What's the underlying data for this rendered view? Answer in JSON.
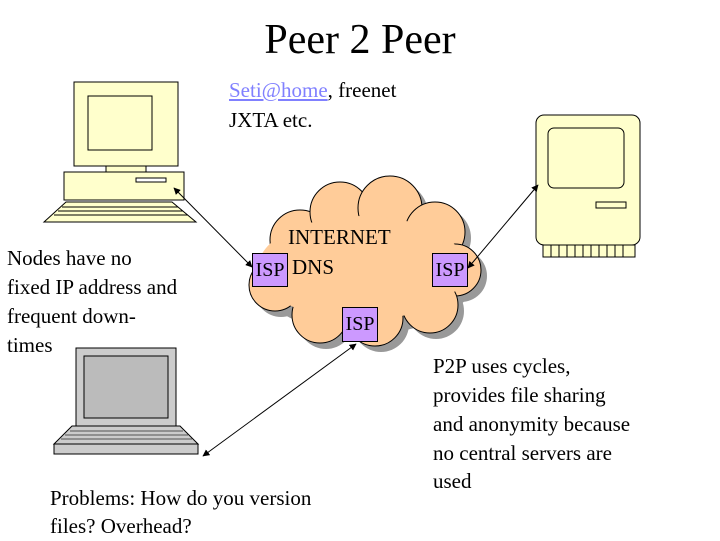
{
  "title": "Peer 2 Peer",
  "examples": {
    "link": "Seti@home",
    "rest_line1": ", freenet",
    "line2": "JXTA etc."
  },
  "internet": {
    "label": "INTERNET",
    "dns": "DNS",
    "isp": "ISP"
  },
  "notes": {
    "nodes": [
      "Nodes have no",
      "fixed IP address and",
      "frequent down-",
      "times"
    ],
    "p2p": [
      "P2P uses cycles,",
      "provides file sharing",
      "and anonymity because",
      "no central servers are",
      "used"
    ],
    "problems": [
      "Problems: How do you version",
      "files? Overhead?"
    ]
  },
  "colors": {
    "cloud": "#ffcc99",
    "isp": "#cc99ff",
    "computer": "#ffffcc",
    "laptop_screen": "#cccccc",
    "link": "#8080ff"
  }
}
